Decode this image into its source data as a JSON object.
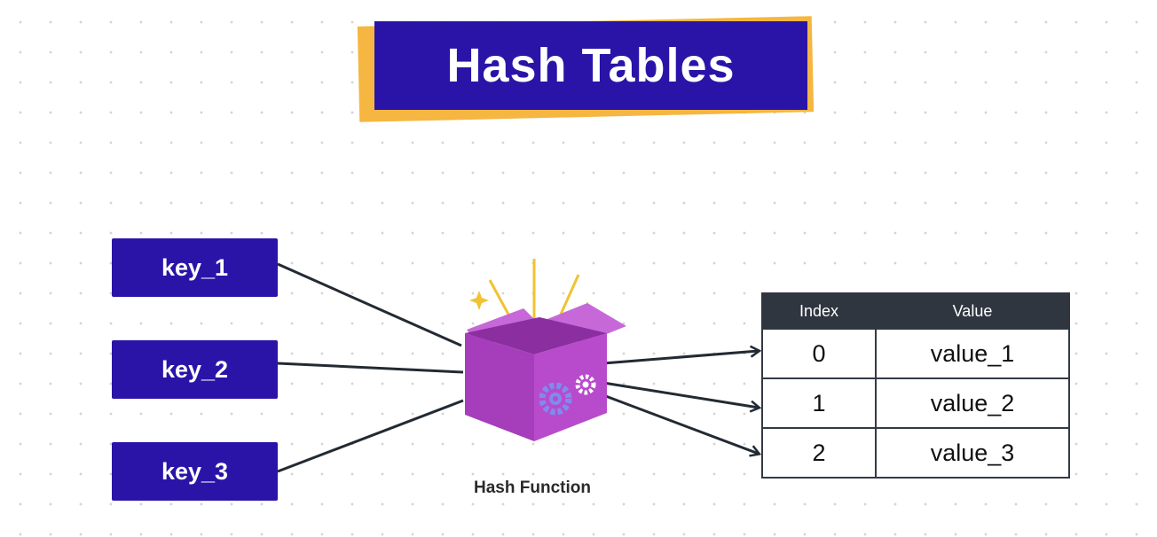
{
  "title": "Hash Tables",
  "keys": [
    "key_1",
    "key_2",
    "key_3"
  ],
  "function_label": "Hash Function",
  "table": {
    "headers": [
      "Index",
      "Value"
    ],
    "rows": [
      {
        "index": "0",
        "value": "value_1"
      },
      {
        "index": "1",
        "value": "value_2"
      },
      {
        "index": "2",
        "value": "value_3"
      }
    ]
  },
  "colors": {
    "primary": "#2a14a8",
    "accent": "#f5b642",
    "box": "#b543c9",
    "table_header": "#2f3640"
  },
  "icons": [
    "gear-icon",
    "sparkle-icon",
    "open-box-icon",
    "arrow-icon"
  ]
}
